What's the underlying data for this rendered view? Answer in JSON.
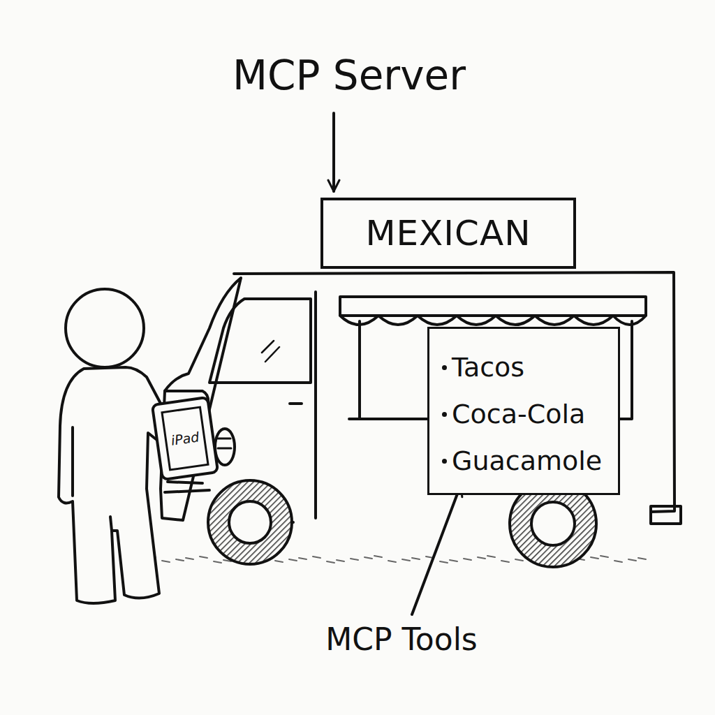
{
  "diagram": {
    "nodes": [
      {
        "text": [
          "MEXICAN"
        ]
      },
      {
        "text": [
          "Tacos",
          "Coca-Cola",
          "Guacamole"
        ]
      },
      {
        "text": [
          "iPad"
        ]
      }
    ],
    "labels": [
      "MCP Server",
      "MCP Tools"
    ]
  }
}
